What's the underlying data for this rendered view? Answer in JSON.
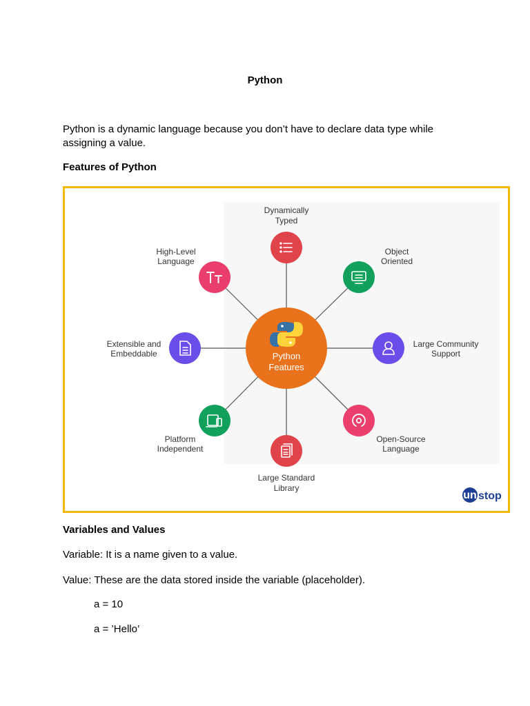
{
  "document": {
    "title": "Python",
    "intro_line1": "Python is a dynamic language because you don’t have to declare data type while",
    "intro_line2": "assigning a value.",
    "features_heading": "Features of Python",
    "variables_heading": "Variables and Values",
    "variable_def": "Variable: It is a name given to a value.",
    "value_def": "Value: These are the data stored inside the variable (placeholder).",
    "code_examples": [
      "a = 10",
      "a = ’Hello’"
    ]
  },
  "diagram": {
    "center": {
      "line1": "Python",
      "line2": "Features",
      "color": "#e8731c",
      "icon": "python-logo-icon"
    },
    "features": [
      {
        "id": "dynamically-typed",
        "lines": [
          "Dynamically",
          "Typed"
        ],
        "color": "#e0444a",
        "icon": "list-icon"
      },
      {
        "id": "object-oriented",
        "lines": [
          "Object",
          "Oriented"
        ],
        "color": "#12a15d",
        "icon": "monitor-icon"
      },
      {
        "id": "large-community-support",
        "lines": [
          "Large Community",
          "Support"
        ],
        "color": "#6b4eea",
        "icon": "user-icon"
      },
      {
        "id": "open-source-language",
        "lines": [
          "Open-Source",
          "Language"
        ],
        "color": "#ea3f6c",
        "icon": "open-source-icon"
      },
      {
        "id": "large-standard-library",
        "lines": [
          "Large Standard",
          "Library"
        ],
        "color": "#e0444a",
        "icon": "books-icon"
      },
      {
        "id": "platform-independent",
        "lines": [
          "Platform",
          "Independent"
        ],
        "color": "#12a15d",
        "icon": "devices-icon"
      },
      {
        "id": "extensible-embeddable",
        "lines": [
          "Extensible and",
          "Embeddable"
        ],
        "color": "#6b4eea",
        "icon": "document-icon"
      },
      {
        "id": "high-level-language",
        "lines": [
          "High-Level",
          "Language"
        ],
        "color": "#ea3f6c",
        "icon": "text-type-icon"
      }
    ],
    "brand": {
      "prefix": "un",
      "suffix": "stop",
      "color": "#1c3f93"
    }
  }
}
